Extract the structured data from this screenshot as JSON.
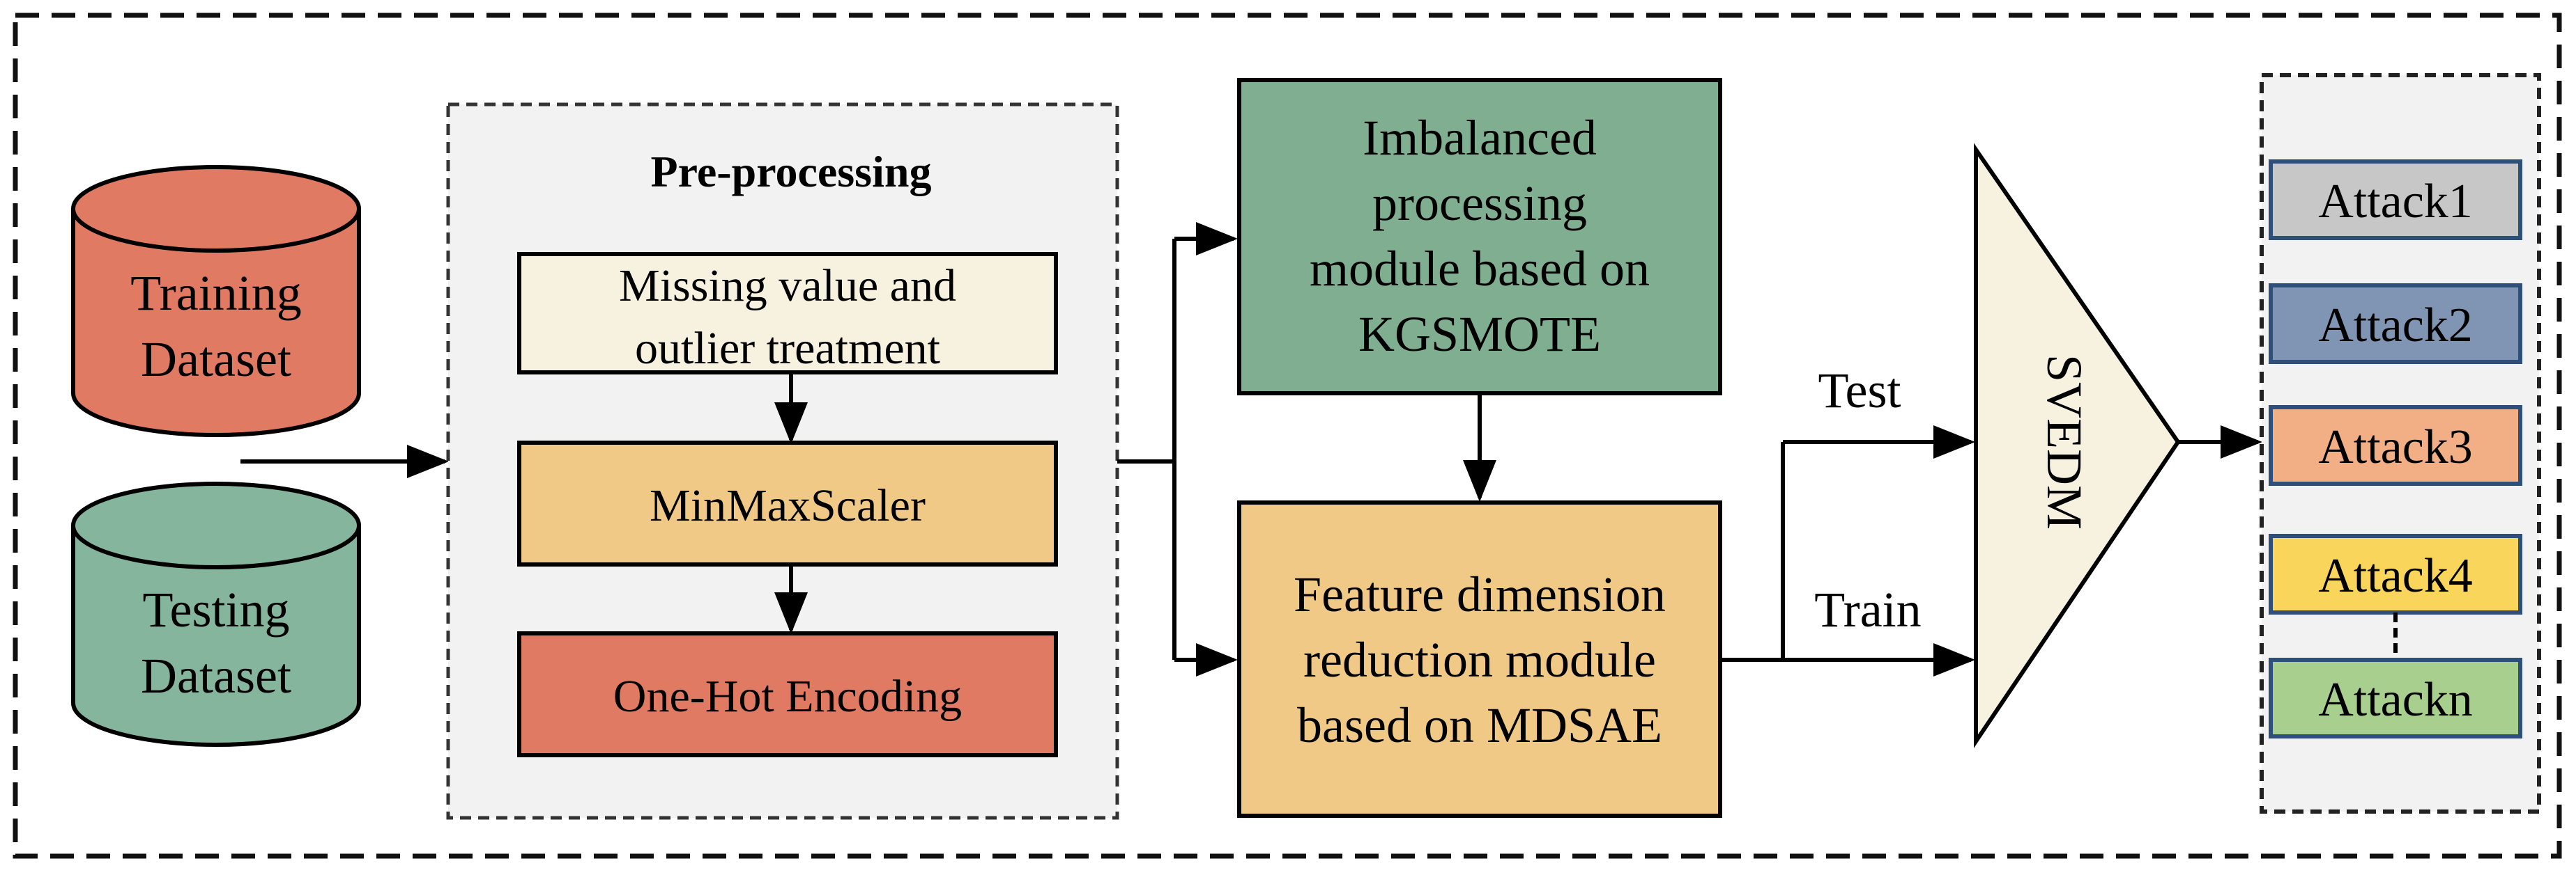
{
  "datasets": {
    "training": {
      "line1": "Training",
      "line2": "Dataset",
      "color": "#E07A62"
    },
    "testing": {
      "line1": "Testing",
      "line2": "Dataset",
      "color": "#86B59D"
    }
  },
  "preprocessing": {
    "title": "Pre-processing",
    "step1": {
      "line1": "Missing value and",
      "line2": "outlier treatment",
      "color": "#F7F1E0"
    },
    "step2": {
      "label": "MinMaxScaler",
      "color": "#F0C987"
    },
    "step3": {
      "label": "One-Hot Encoding",
      "color": "#E07A62"
    }
  },
  "modules": {
    "imbalanced": {
      "line1": "Imbalanced",
      "line2": "processing",
      "line3": "module based on",
      "line4": "KGSMOTE",
      "color": "#7FAE91"
    },
    "feature": {
      "line1": "Feature dimension",
      "line2": "reduction module",
      "line3": "based on MDSAE",
      "color": "#F0C987"
    }
  },
  "flow": {
    "test_label": "Test",
    "train_label": "Train"
  },
  "classifier": {
    "label": "SVEDM",
    "color": "#F7F1E0"
  },
  "attacks": [
    {
      "label": "Attack1",
      "color": "#C7C7C7"
    },
    {
      "label": "Attack2",
      "color": "#8095B3"
    },
    {
      "label": "Attack3",
      "color": "#F2AF85"
    },
    {
      "label": "Attack4",
      "color": "#FAD55C"
    },
    {
      "label": "Attackn",
      "color": "#A8CF8E"
    }
  ]
}
